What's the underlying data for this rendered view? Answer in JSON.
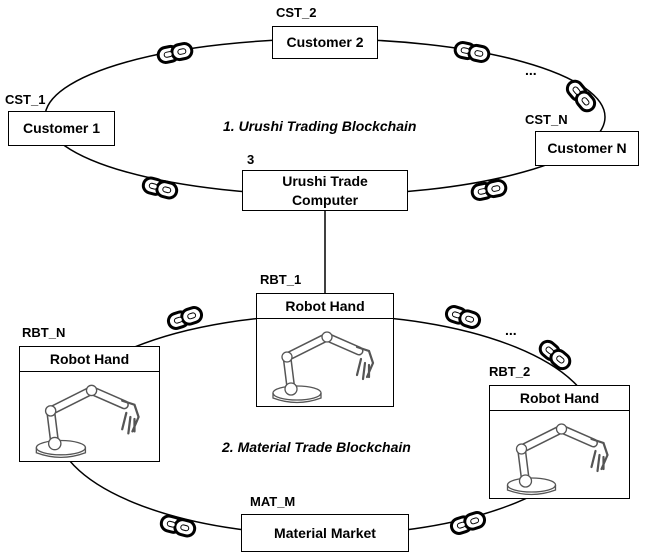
{
  "top_chain": {
    "title": "1. Urushi Trading Blockchain",
    "customers": [
      {
        "id": "CST_1",
        "label": "Customer 1"
      },
      {
        "id": "CST_2",
        "label": "Customer 2"
      },
      {
        "id": "CST_N",
        "label": "Customer N"
      }
    ],
    "ellipsis": "...",
    "trade_computer": {
      "id": "3",
      "line1": "Urushi Trade",
      "line2": "Computer"
    }
  },
  "bottom_chain": {
    "title": "2. Material Trade Blockchain",
    "robots": [
      {
        "id": "RBT_1",
        "label": "Robot Hand"
      },
      {
        "id": "RBT_N",
        "label": "Robot Hand"
      },
      {
        "id": "RBT_2",
        "label": "Robot Hand"
      }
    ],
    "ellipsis": "...",
    "market": {
      "id": "MAT_M",
      "label": "Material Market"
    }
  },
  "icons": {
    "chain_link": "chain-link-icon",
    "robot_arm": "robot-arm-icon"
  }
}
